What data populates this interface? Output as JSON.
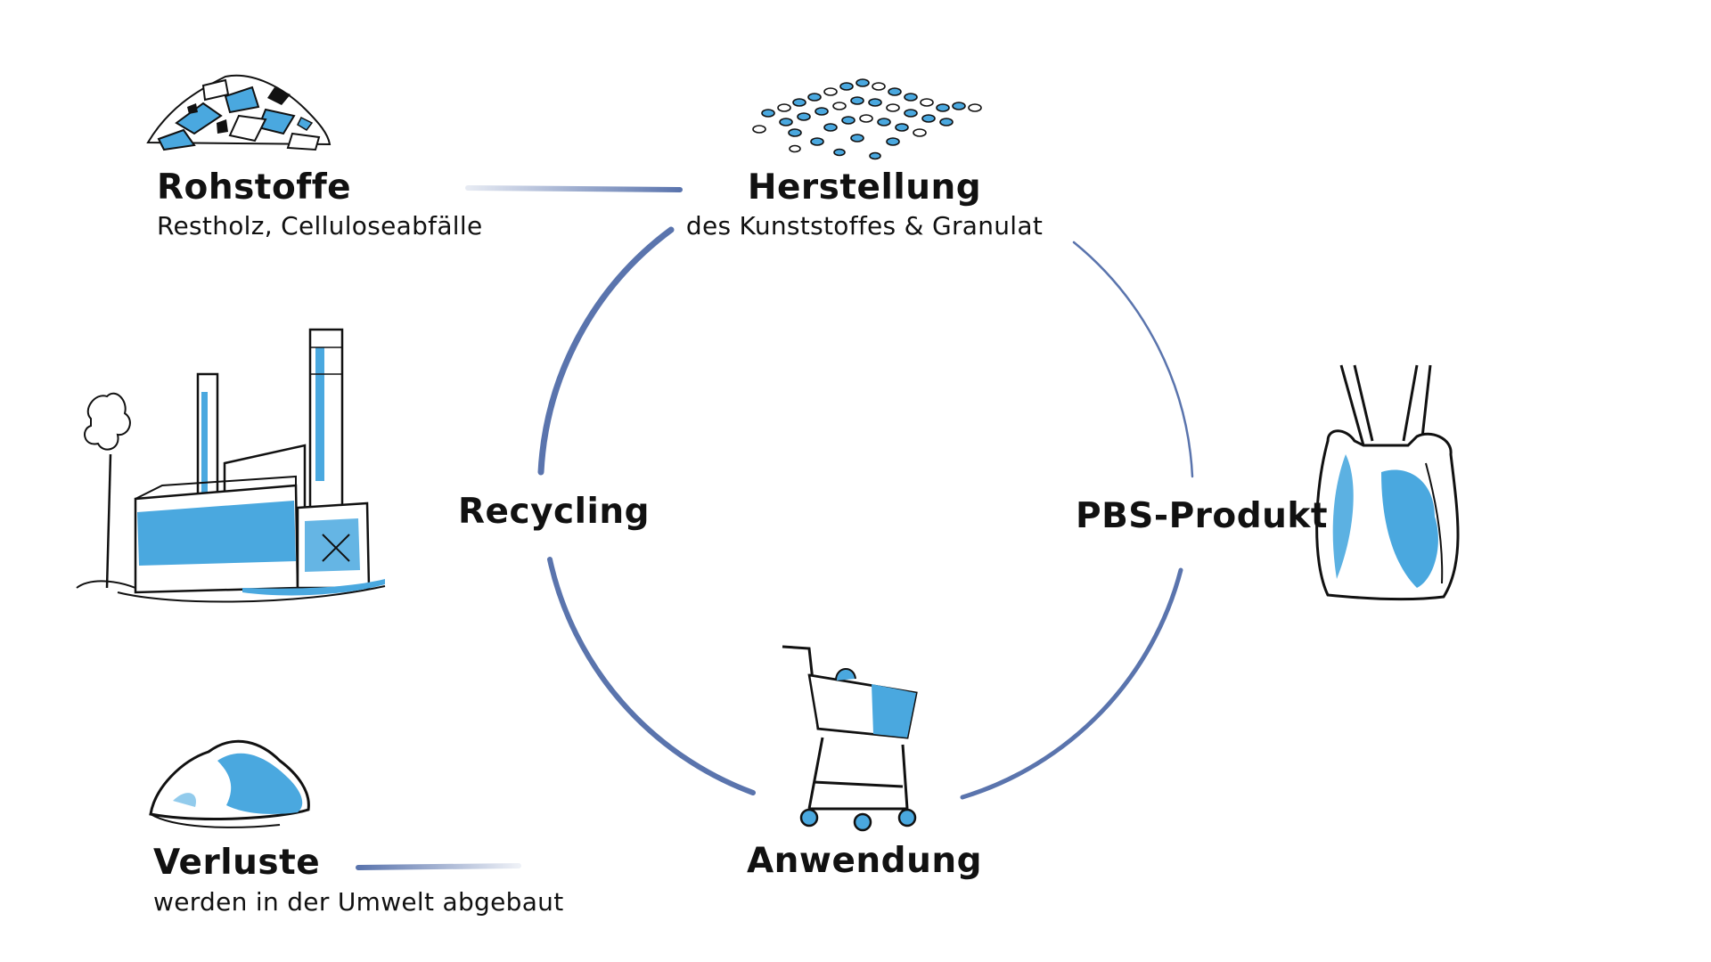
{
  "colors": {
    "accent": "#5a74ad",
    "fill": "#4aa8df",
    "ink": "#111111"
  },
  "nodes": {
    "rohstoffe": {
      "title": "Rohstoffe",
      "subtitle": "Restholz, Celluloseabfälle",
      "icon": "wood-chip-pile-icon"
    },
    "herstellung": {
      "title": "Herstellung",
      "subtitle": "des Kunststoffes & Granulat",
      "icon": "granulate-pile-icon"
    },
    "pbs": {
      "title": "PBS-Produkt",
      "icon": "shopping-bag-icon"
    },
    "anwendung": {
      "title": "Anwendung",
      "icon": "shopping-cart-icon"
    },
    "recycling": {
      "title": "Recycling",
      "icon": "factory-icon"
    },
    "verluste": {
      "title": "Verluste",
      "subtitle": "werden in der Umwelt abgebaut",
      "icon": "soil-mound-icon"
    }
  }
}
